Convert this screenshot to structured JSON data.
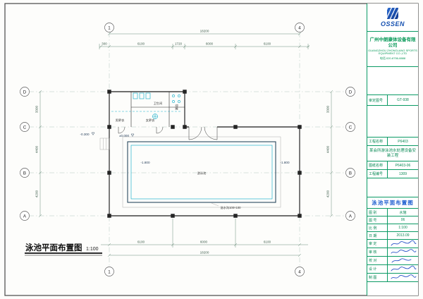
{
  "plan": {
    "title": "泳池平面布置图",
    "scale": "1:100",
    "pool_label": "游泳池",
    "note": "溢水沟100×100",
    "levels": {
      "entry": "-0.300",
      "floor": "±0.000",
      "pool_depth": "-1.800",
      "pool_depth_right": "-1.800"
    },
    "rooms": {
      "r1": "男更衣",
      "r2": "女更衣",
      "r3": "淋浴",
      "r4": "卫生间"
    },
    "axes": {
      "top_left": "1",
      "top_right": "4",
      "bottom_left": "1",
      "bottom_right": "4",
      "left_d": "D",
      "left_c": "C",
      "left_b": "B",
      "left_a": "A",
      "right_d": "D",
      "right_c": "C",
      "right_b": "B",
      "right_a": "A"
    },
    "dims": {
      "top_total": "18200",
      "bottom_total": "18200",
      "top_segments": [
        "300",
        "6100",
        "1720",
        "6000",
        "6100"
      ],
      "bottom_segments": [
        "6100",
        "6000",
        "6100"
      ],
      "left_segments": [
        "3300",
        "4400",
        "4200"
      ],
      "right_segments": [
        "3300",
        "4400",
        "4200"
      ]
    }
  },
  "title_block": {
    "logo": "OSSEN",
    "company": "广州中朗康体设备有限公司",
    "company_en": "GUANGZHOU ZHONGLANG SPORTS EQUIPMENT CO.,LTD",
    "contact": "电话:020-8756-8888",
    "approval_label": "审定图号",
    "approval_value": "GT-938",
    "project_label": "工程名称",
    "project_no": "P6403",
    "project_name": "某会所游泳池水处理设备安装工程",
    "drawing_label": "图纸名称",
    "drawing_no": "P6403-06",
    "job_label": "工程编号",
    "job_no": "1309",
    "drawing_title": "泳池平面布置图",
    "info_rows": [
      {
        "label": "图 别",
        "value": "水施"
      },
      {
        "label": "图 号",
        "value": "06"
      },
      {
        "label": "比 例",
        "value": "1:100"
      },
      {
        "label": "日 期",
        "value": "2013.09"
      }
    ],
    "sign_rows": [
      {
        "label": "审 定"
      },
      {
        "label": "审 核"
      },
      {
        "label": "校 对"
      },
      {
        "label": "设 计"
      },
      {
        "label": "制 图"
      }
    ]
  }
}
